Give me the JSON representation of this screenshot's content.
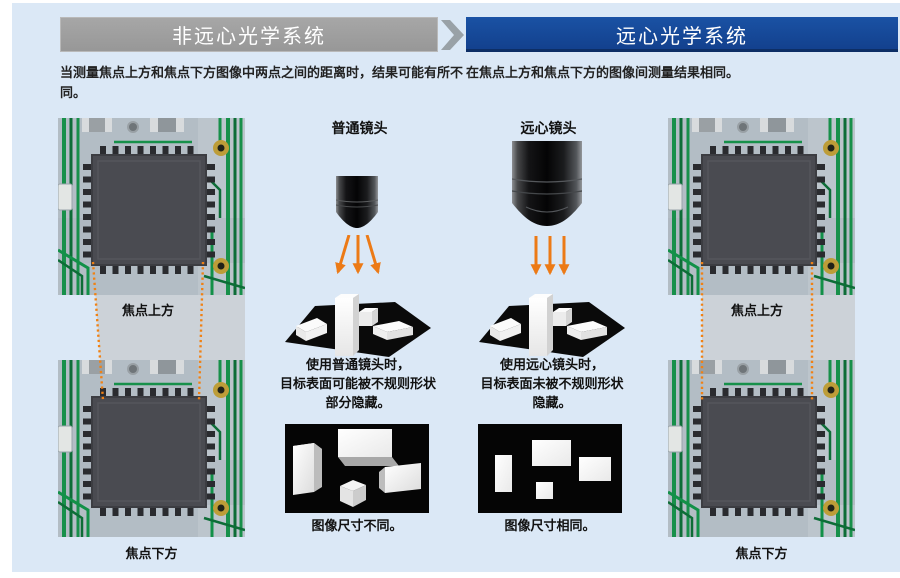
{
  "header": {
    "left_banner": "非远心光学系统",
    "right_banner": "远心光学系统"
  },
  "intro": {
    "left": "当测量焦点上方和焦点下方图像中两点之间的距离时，结果可能有所不同。",
    "right": "在焦点上方和焦点下方的图像间测量结果相同。"
  },
  "photos": {
    "above_focus": "焦点上方",
    "below_focus": "焦点下方"
  },
  "normal": {
    "title": "普通镜头",
    "desc": [
      "使用普通镜头时，",
      "目标表面可能被不规则形状",
      "部分隐藏。"
    ],
    "caption": "图像尺寸不同。"
  },
  "telecentric": {
    "title": "远心镜头",
    "desc": [
      "使用远心镜头时，",
      "目标表面未被不规则形状",
      "隐藏。"
    ],
    "caption": "图像尺寸相同。"
  },
  "colors": {
    "background_blue": "#dbe8f6",
    "banner_gray": "#9e9e9e",
    "banner_blue": "#15499a",
    "accent_orange": "#ec7a16",
    "connector_gray": "#ccd2d8",
    "pcb_green": "#17904a",
    "scene_black": "#0a0a0a"
  }
}
